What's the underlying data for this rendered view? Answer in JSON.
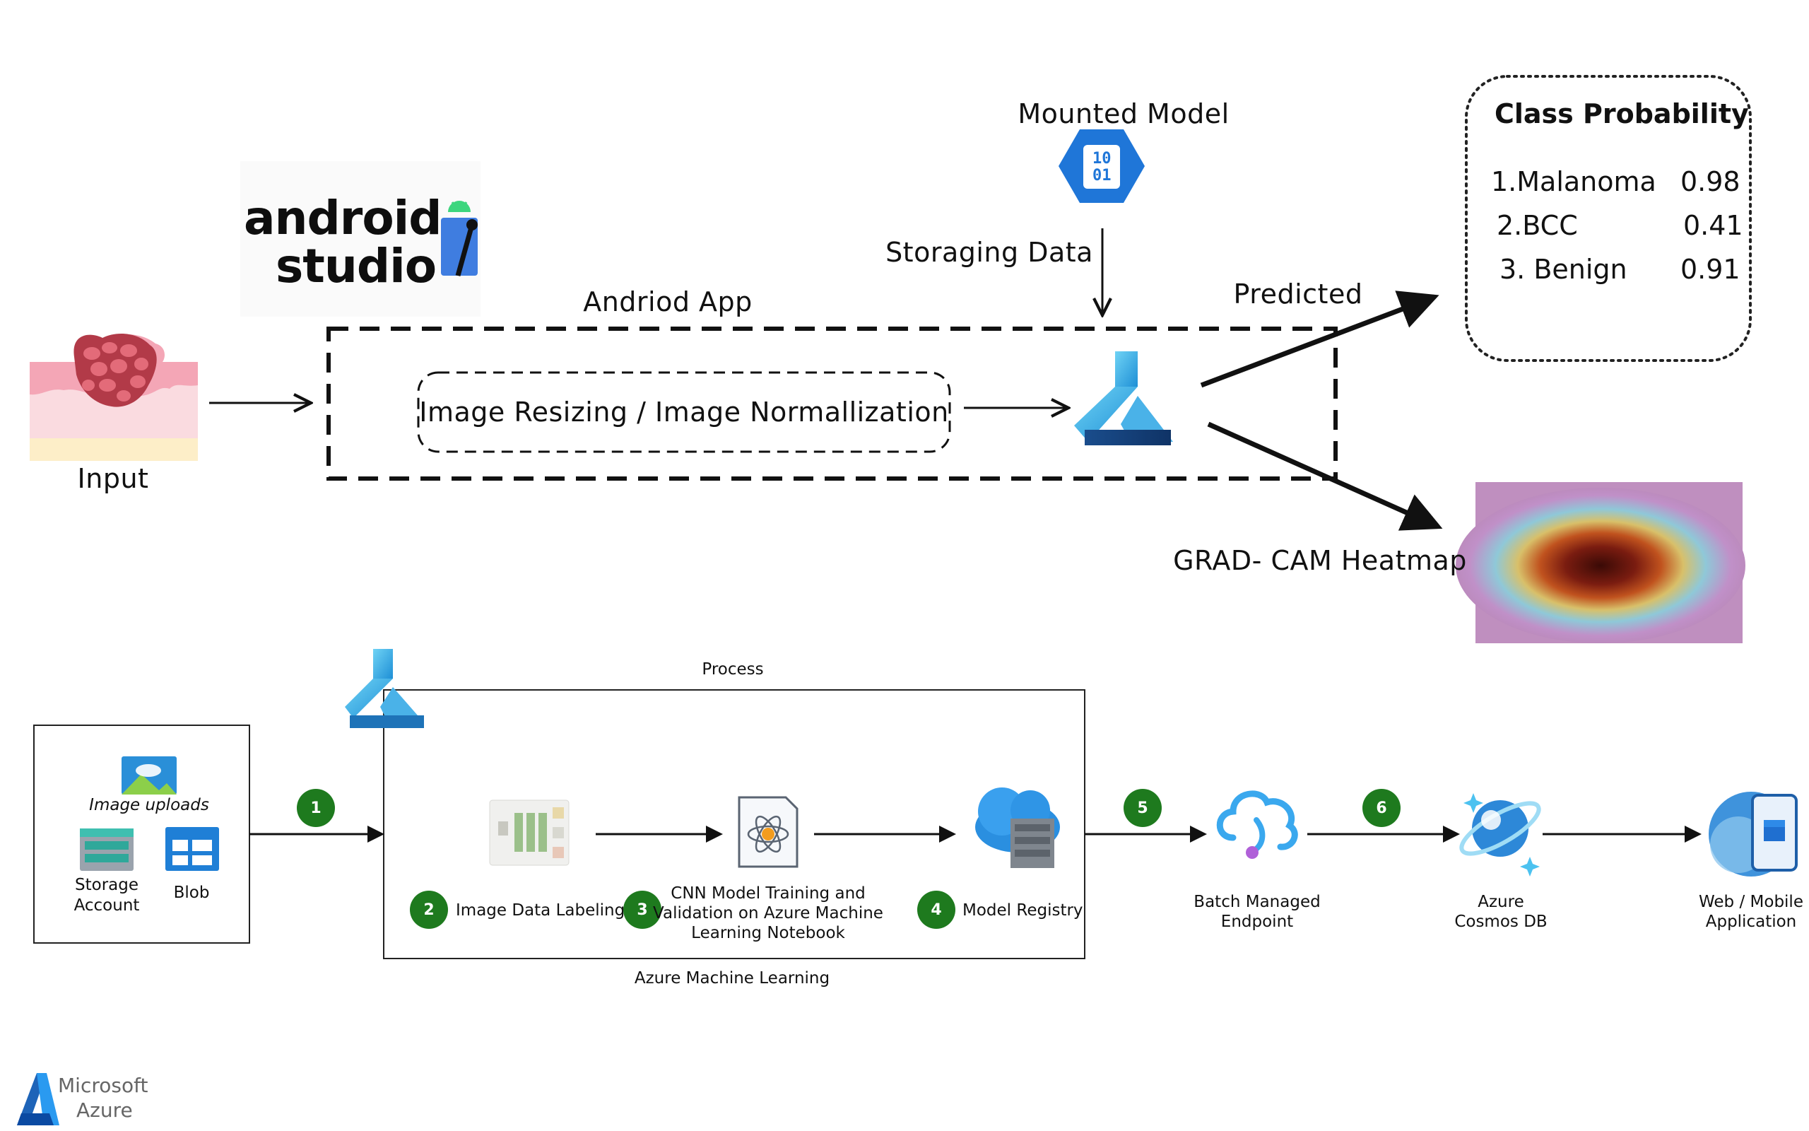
{
  "top": {
    "input_label": "Input",
    "app_label": "Andriod App",
    "preprocess_label": "Image Resizing /  Image Normallization",
    "mounted_model_label": "Mounted  Model",
    "storage_label": "Storaging  Data",
    "predicted_label": "Predicted",
    "heatmap_label": "GRAD- CAM Heatmap",
    "android_studio": {
      "line1": "android",
      "line2": "studio"
    },
    "model_icon_text": {
      "line1": "10",
      "line2": "01"
    },
    "class_probability": {
      "title": "Class Probability",
      "rows": [
        {
          "name": "1.Malanoma",
          "value": "0.98"
        },
        {
          "name": "2.BCC",
          "value": "0.41"
        },
        {
          "name": "3. Benign",
          "value": "0.91"
        }
      ]
    }
  },
  "bottom": {
    "process_label": "Process",
    "aml_label": "Azure Machine Learning",
    "image_uploads_label": "Image uploads",
    "storage_account_label": "Storage\nAccount",
    "blob_label": "Blob",
    "steps": [
      {
        "number": "1"
      },
      {
        "number": "2",
        "label": "Image Data Labeling"
      },
      {
        "number": "3",
        "label": "CNN Model Training and\nValidation on Azure Machine\nLearning Notebook"
      },
      {
        "number": "4",
        "label": "Model Registry"
      },
      {
        "number": "5"
      },
      {
        "number": "6"
      }
    ],
    "batch_label": "Batch Managed\nEndpoint",
    "cosmos_label": "Azure\nCosmos DB",
    "web_label": "Web / Mobile\nApplication"
  },
  "brand": {
    "microsoft": "Microsoft",
    "azure": "Azure"
  },
  "colors": {
    "badge": "#1e7a1e",
    "azure_blue": "#0078d4",
    "azure_light": "#50c0f0"
  }
}
